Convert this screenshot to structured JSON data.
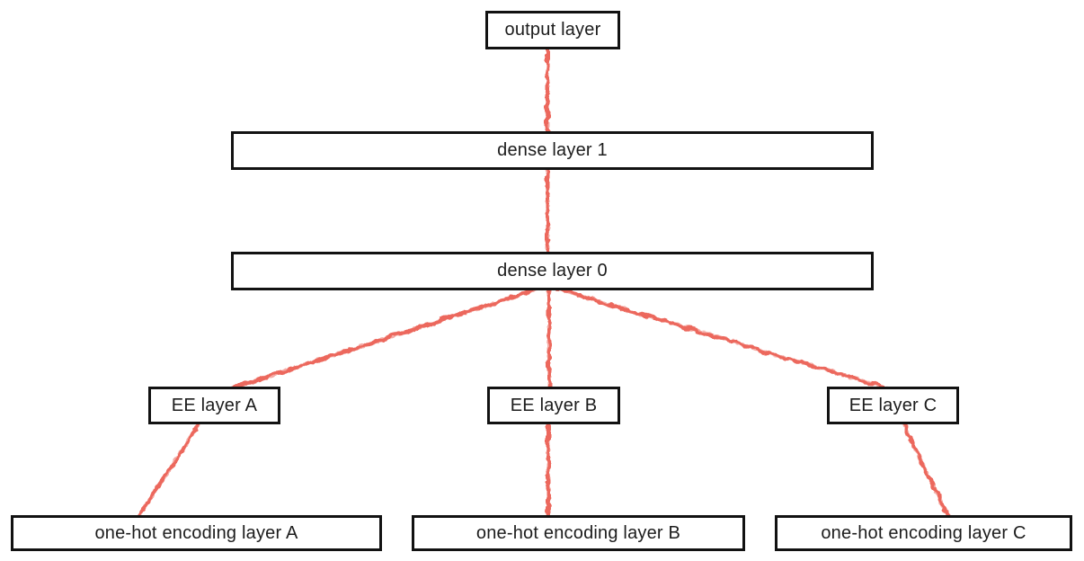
{
  "diagram": {
    "type": "neural-network-architecture",
    "edge_color": "#ec685d",
    "box_border_color": "#121212",
    "box_fill": "#ffffff",
    "text_color": "#1c1c1c",
    "nodes": [
      {
        "id": "output",
        "label": "output layer"
      },
      {
        "id": "dense1",
        "label": "dense layer 1"
      },
      {
        "id": "dense0",
        "label": "dense layer 0"
      },
      {
        "id": "ee_a",
        "label": "EE layer A"
      },
      {
        "id": "ee_b",
        "label": "EE layer B"
      },
      {
        "id": "ee_c",
        "label": "EE layer C"
      },
      {
        "id": "onehot_a",
        "label": "one-hot encoding layer A"
      },
      {
        "id": "onehot_b",
        "label": "one-hot encoding layer B"
      },
      {
        "id": "onehot_c",
        "label": "one-hot encoding layer C"
      }
    ],
    "edges": [
      {
        "from": "output",
        "to": "dense1"
      },
      {
        "from": "dense1",
        "to": "dense0"
      },
      {
        "from": "dense0",
        "to": "ee_a"
      },
      {
        "from": "dense0",
        "to": "ee_b"
      },
      {
        "from": "dense0",
        "to": "ee_c"
      },
      {
        "from": "ee_a",
        "to": "onehot_a"
      },
      {
        "from": "ee_b",
        "to": "onehot_b"
      },
      {
        "from": "ee_c",
        "to": "onehot_c"
      }
    ]
  }
}
